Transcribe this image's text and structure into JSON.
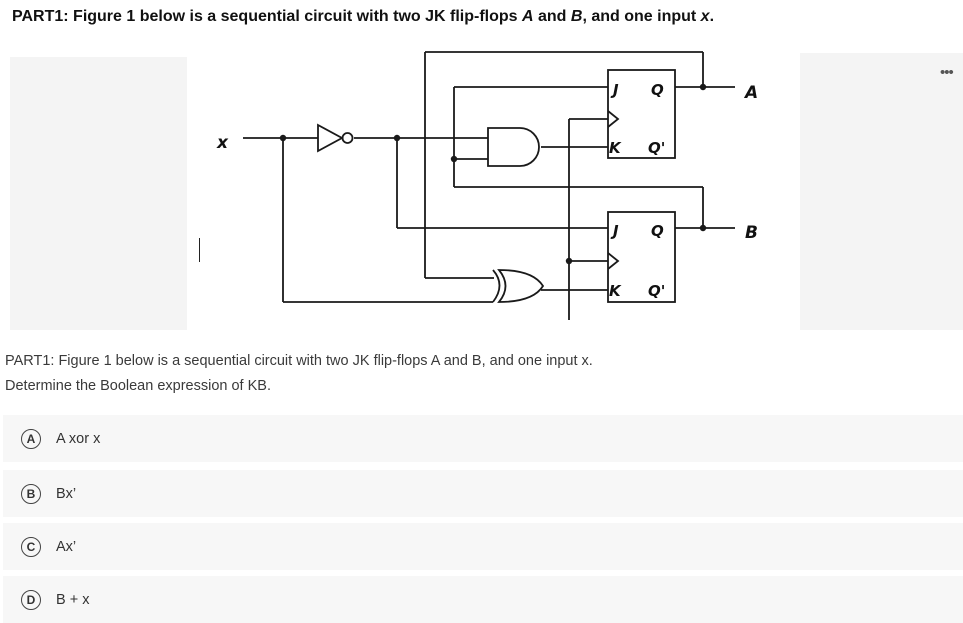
{
  "heading": {
    "prefix": "PART1: Figure 1 below is a sequential circuit with two JK flip-flops ",
    "var_a": "A",
    "mid": " and ",
    "var_b": "B",
    "suffix": ", and one input ",
    "var_x": "x",
    "end": "."
  },
  "circuit": {
    "input_label": "x",
    "output_a": "A",
    "output_b": "B",
    "ff_a": {
      "j": "J",
      "q": "Q",
      "k": "K",
      "qbar": "Q'"
    },
    "ff_b": {
      "j": "J",
      "q": "Q",
      "k": "K",
      "qbar": "Q'"
    },
    "wire_color": "#1a1a1a"
  },
  "question": {
    "line1": "PART1: Figure 1 below is a sequential circuit with two JK flip-flops A and B, and one input x.",
    "line2": "Determine the Boolean expression of KB."
  },
  "options": [
    {
      "letter": "A",
      "text": "A xor x"
    },
    {
      "letter": "B",
      "text": "Bx’"
    },
    {
      "letter": "C",
      "text": "Ax’"
    },
    {
      "letter": "D",
      "text": "B + x"
    }
  ],
  "menu_icon": "more-horizontal-icon"
}
